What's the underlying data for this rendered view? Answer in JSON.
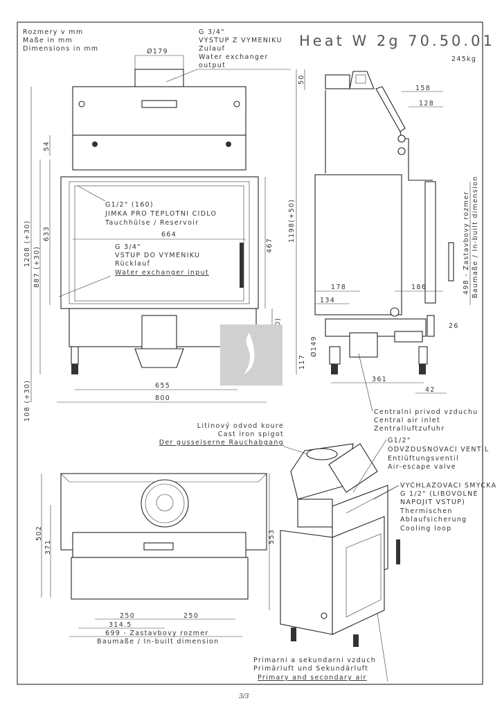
{
  "header": {
    "units": [
      "Rozmery v mm",
      "Maße in mm",
      "Dimensions in mm"
    ],
    "title": "Heat W 2g 70.50.01",
    "weight": "245kg"
  },
  "notes": {
    "water_output": [
      "G 3/4\"",
      "VYSTUP Z VYMENIKU",
      "Zulauf",
      "Water exchanger",
      "output"
    ],
    "sensor": [
      "G1/2\" (160)",
      "JIMKA PRO TEPLOTNI CIDLO",
      "Tauchhülse / Reservoir"
    ],
    "water_input": [
      "G 3/4\"",
      "VSTUP DO VYMENIKU",
      "Rücklauf",
      "Water exchanger input"
    ],
    "central_air": [
      "Centralni privod vzduchu",
      "Central air inlet",
      "Zentralluftzufuhr"
    ],
    "spigot": [
      "Litinový odvod koure",
      "Cast iron spigot",
      "Der gusseiserne Rauchabgang"
    ],
    "valve": [
      "G1/2\"",
      "ODVZDUSNOVACI VENTIL",
      "Entlüftungsventil",
      "Air-escape valve"
    ],
    "cooling": [
      "VYCHLAZOVACI SMYCKA",
      "G 1/2\" (LIBOVOLNE",
      "NAPOJIT VSTUP)",
      "Thermischen",
      "Ablaufsicherung",
      "Cooling loop"
    ],
    "air": [
      "Primarni a sekundarni vzduch",
      "Primärluft und Sekundärluft",
      "Primary and secondary air"
    ]
  },
  "dims_front": {
    "d179": "Ø179",
    "d54": "54",
    "d1208": "1208 (+30)",
    "d887": "887 (+30)",
    "d633": "633",
    "d664": "664",
    "d467": "467",
    "d254": "254 (+30)",
    "d655": "655",
    "d800": "800",
    "d108": "108 (+30)"
  },
  "dims_side": {
    "d50": "50",
    "d158": "158",
    "d128": "128",
    "d1198": "1198(+50)",
    "d178": "178",
    "d134": "134",
    "d186": "186",
    "d498a": "498 - Zastavbovy rozmer",
    "d498b": "Baumaße / In-built dimension",
    "d26": "26",
    "d149": "Ø149",
    "d117": "117",
    "d361": "361",
    "d42": "42"
  },
  "dims_top": {
    "d502": "502",
    "d371": "371",
    "d553": "553",
    "d250a": "250",
    "d250b": "250",
    "d314": "314.5",
    "d699a": "699 - Zastavbovy rozmer",
    "d699b": "Baumaße / In-built dimension"
  },
  "footer": {
    "page": "3/3"
  },
  "colors": {
    "line": "#222222",
    "text": "#333333",
    "watermark": "#d0d0d0"
  }
}
